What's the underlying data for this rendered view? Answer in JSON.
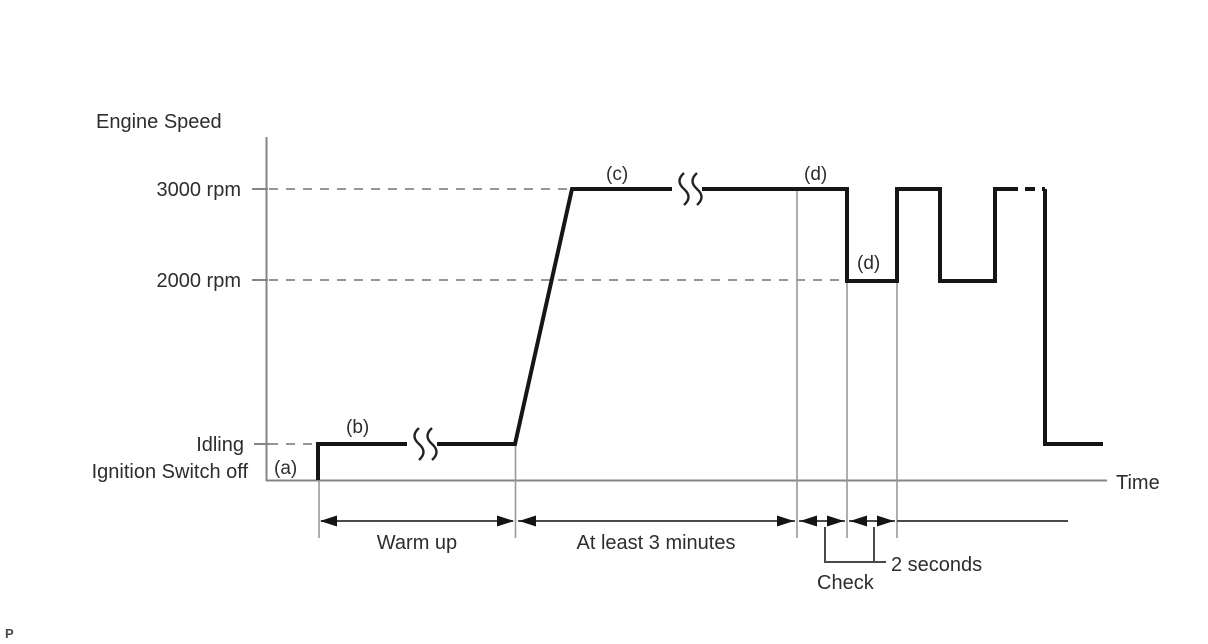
{
  "diagram": {
    "y_axis_title": "Engine Speed",
    "x_axis_title": "Time",
    "y_labels": {
      "rpm_3000": "3000 rpm",
      "rpm_2000": "2000 rpm",
      "idling": "Idling",
      "ignition_off": "Ignition Switch off"
    },
    "phase_labels": {
      "a": "(a)",
      "b": "(b)",
      "c": "(c)",
      "d_high": "(d)",
      "d_low": "(d)"
    },
    "span_labels": {
      "warm_up": "Warm up",
      "at_least_3_minutes": "At least 3 minutes",
      "check": "Check",
      "two_seconds": "2 seconds"
    },
    "page_marker": "P",
    "profile_steps": [
      {
        "label": "(a)",
        "description": "step up from Ignition Switch off to Idling"
      },
      {
        "label": "(b)",
        "level": "Idling",
        "span": "Warm up"
      },
      {
        "label": "(c)",
        "level": "3000 rpm",
        "span": "At least 3 minutes"
      },
      {
        "label": "(d)",
        "level": "3000 rpm / 2000 rpm alternating pulses",
        "pulse_width": "2 seconds",
        "span": "Check"
      }
    ],
    "colors": {
      "curve": "#161616",
      "axis": "#858585",
      "guide": "#999999",
      "arrow": "#4a4a4a",
      "dashed_reference": "#969696",
      "text": "#2d2d2d",
      "background": "#ffffff"
    }
  }
}
